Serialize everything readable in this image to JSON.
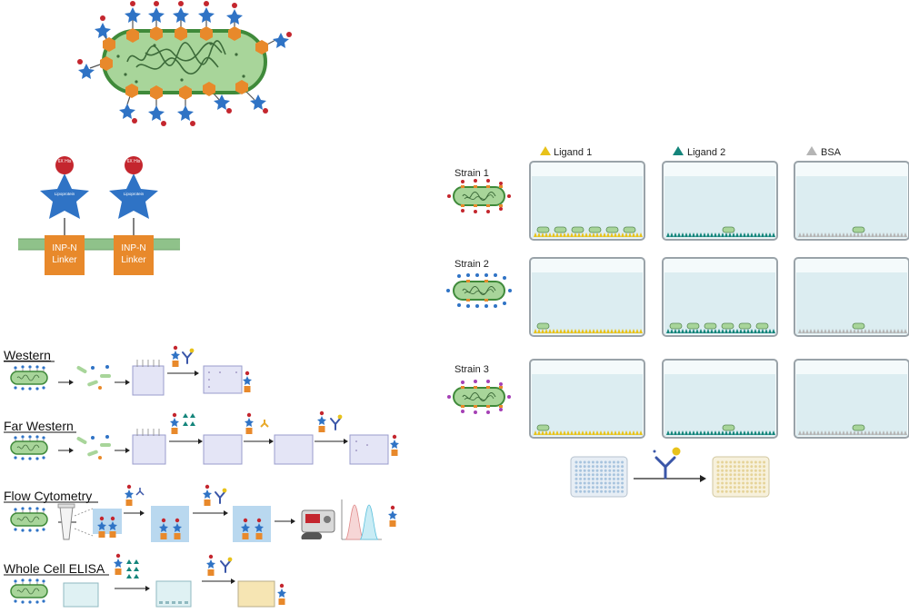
{
  "colors": {
    "cell_fill": "#a8d59a",
    "cell_border": "#3f8a3a",
    "inp": "#e8892b",
    "star": "#2f73c5",
    "his": "#c4262e",
    "membrane": "#8fc28a",
    "well_fill": "#dcedf1",
    "well_border": "#9aa3a9",
    "ligand1": "#e8c21a",
    "ligand2": "#14857b",
    "bsa": "#b5b5b5",
    "gel": "#e4e5f6",
    "panel_blue": "#b9d8ef",
    "elisa_yellow": "#f6e5b3"
  },
  "construct": {
    "his_label": "6X His",
    "lipoprotein_label": "Lipoprotein",
    "linker_label": "INP-N Linker"
  },
  "assays": [
    {
      "label": "Western"
    },
    {
      "label": "Far Western"
    },
    {
      "label": "Flow Cytometry"
    },
    {
      "label": "Whole Cell ELISA"
    }
  ],
  "panel": {
    "ligands": [
      "Ligand 1",
      "Ligand 2",
      "BSA"
    ],
    "strains": [
      "Strain 1",
      "Strain 2",
      "Strain 3"
    ]
  }
}
